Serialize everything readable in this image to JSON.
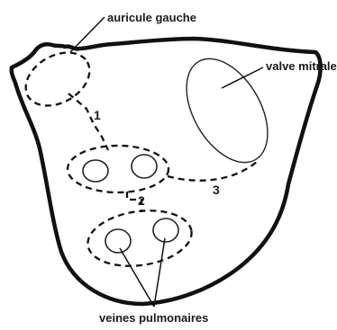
{
  "labels": {
    "auricule": "auricule gauche",
    "valve": "valve mitrale",
    "veines": "veines pulmonaires"
  },
  "lines": {
    "line1": "1",
    "line2": "2",
    "line3": "3"
  }
}
